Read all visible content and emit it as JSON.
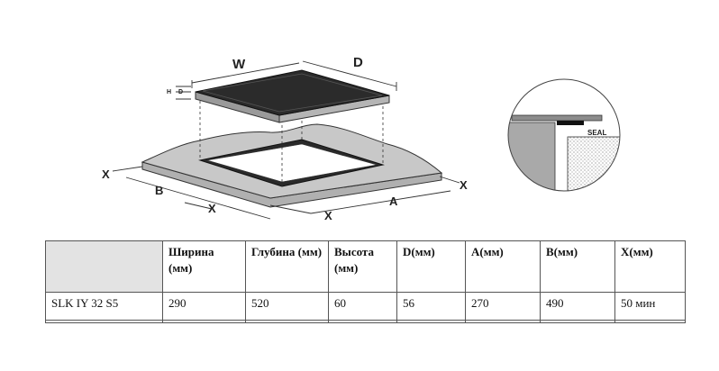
{
  "diagram": {
    "labels": {
      "width": "W",
      "depth": "D",
      "height_h": "H",
      "height_d": "D",
      "cutout_x_left": "X",
      "cutout_b": "B",
      "cutout_x_front_left": "X",
      "cutout_x_front": "X",
      "cutout_a": "A",
      "cutout_x_right": "X",
      "seal": "SEAL"
    }
  },
  "table": {
    "headers": [
      "",
      "Ширина (мм)",
      "Глубина (мм)",
      "Высота (мм)",
      "D(мм)",
      "A(мм)",
      "B(мм)",
      "X(мм)"
    ],
    "rows": [
      [
        "SLK IY 32 S5",
        "290",
        "520",
        "60",
        "56",
        "270",
        "490",
        "50 мин"
      ]
    ]
  }
}
